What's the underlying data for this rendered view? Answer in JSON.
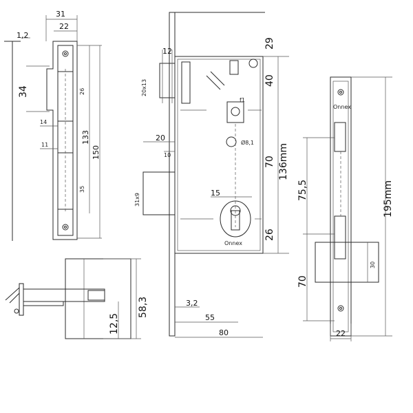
{
  "left_view": {
    "dims": {
      "w31": "31",
      "w22": "22",
      "t12": "1,2",
      "h34": "34",
      "h26": "26",
      "h14": "14",
      "h133": "133",
      "h150": "150",
      "h11": "11",
      "h35": "35"
    }
  },
  "bottom_left_view": {
    "dims": {
      "h58": "58,3",
      "h12": "12,5"
    }
  },
  "center_view": {
    "dims": {
      "h29": "29",
      "h40": "40",
      "h70": "70",
      "h26": "26",
      "total": "136mm",
      "d12": "12",
      "bolt": "20x13",
      "d20": "20",
      "d10": "10",
      "latch": "31x9",
      "d15": "15",
      "dia": "Ø8,1",
      "d32": "3,2",
      "d55": "55",
      "d80": "80"
    }
  },
  "right_view": {
    "dims": {
      "total": "195mm",
      "h755": "75,5",
      "h70": "70",
      "w22": "22",
      "h30": "30"
    },
    "brand": "Onnex"
  }
}
